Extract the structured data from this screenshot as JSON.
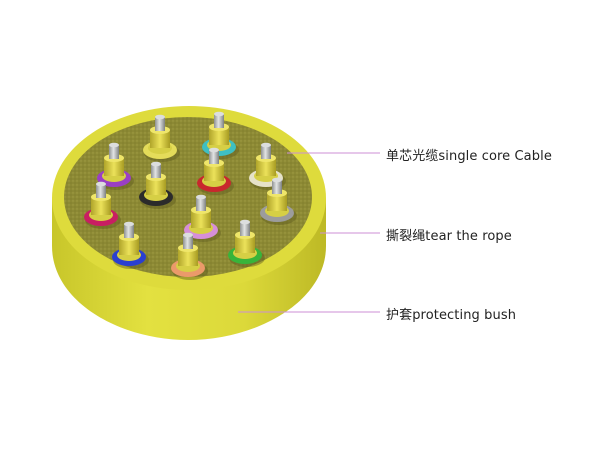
{
  "diagram": {
    "labels": {
      "single_core_cable": "单芯光缆single core Cable",
      "tear_rope": "撕裂绳tear the rope",
      "protecting_bush": "护套protecting bush"
    },
    "colors": {
      "jacket": "#d9d63a",
      "jacket_side": "#c9c52c",
      "filler": "#8f8a35",
      "leader_line": "#cc8fd6",
      "connector_body": "#e0d84a",
      "pin": "#b9bcbc"
    },
    "cores": [
      {
        "ring_color": "#e4dc5a"
      },
      {
        "ring_color": "#3fbfc2"
      },
      {
        "ring_color": "#9a3fc4"
      },
      {
        "ring_color": "#e6e2c8"
      },
      {
        "ring_color": "#2b2b2b"
      },
      {
        "ring_color": "#c8282d"
      },
      {
        "ring_color": "#c81e62"
      },
      {
        "ring_color": "#9c9c9c"
      },
      {
        "ring_color": "#d68fd8"
      },
      {
        "ring_color": "#2a3fd0"
      },
      {
        "ring_color": "#38b43a"
      },
      {
        "ring_color": "#eb9a6a"
      }
    ]
  }
}
